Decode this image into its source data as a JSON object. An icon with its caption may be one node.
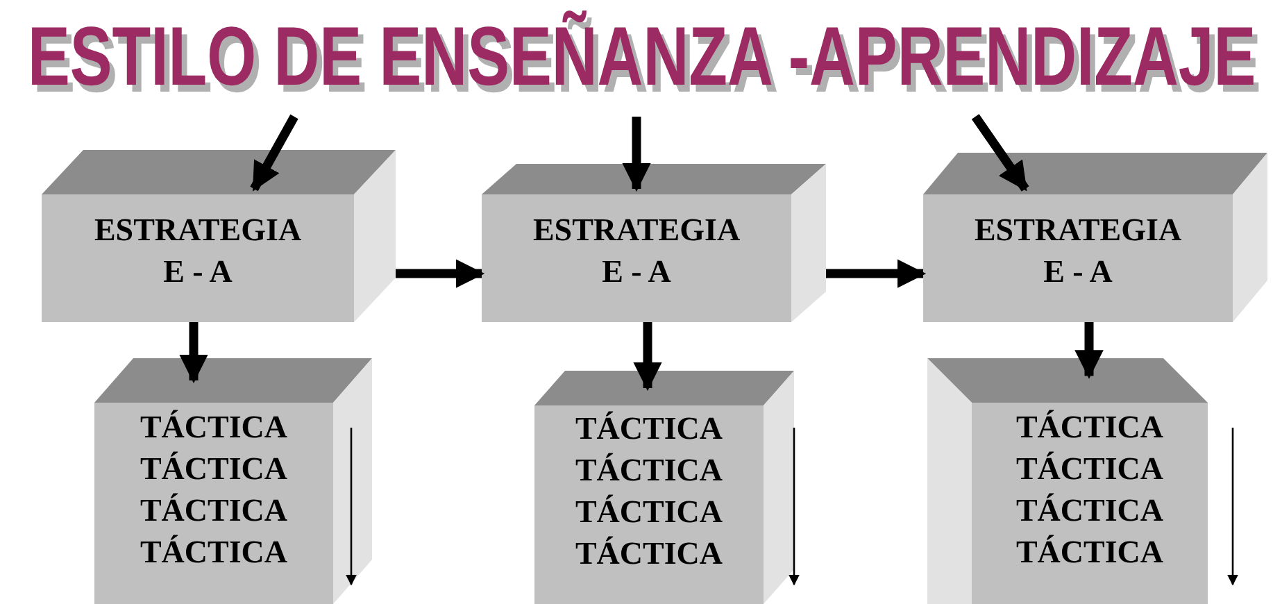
{
  "diagram": {
    "title": "ESTILO DE ENSEÑANZA -APRENDIZAJE",
    "nodes": [
      {
        "text": [
          "ESTRATEGIA E - A"
        ]
      },
      {
        "text": [
          "ESTRATEGIA E - A"
        ]
      },
      {
        "text": [
          "ESTRATEGIA E - A"
        ]
      },
      {
        "text": [
          "TÁCTICA",
          "TÁCTICA",
          "TÁCTICA",
          "TÁCTICA"
        ]
      },
      {
        "text": [
          "TÁCTICA",
          "TÁCTICA",
          "TÁCTICA",
          "TÁCTICA"
        ]
      },
      {
        "text": [
          "TÁCTICA",
          "TÁCTICA",
          "TÁCTICA",
          "TÁCTICA"
        ]
      }
    ],
    "edges": [
      {
        "from": null,
        "to": 0,
        "arrow": "to"
      },
      {
        "from": null,
        "to": 1,
        "arrow": "to"
      },
      {
        "from": null,
        "to": 2,
        "arrow": "to"
      },
      {
        "from": 0,
        "to": 1,
        "arrow": "to"
      },
      {
        "from": 1,
        "to": 2,
        "arrow": "to"
      },
      {
        "from": 0,
        "to": 3,
        "arrow": "to"
      },
      {
        "from": 1,
        "to": 4,
        "arrow": "to"
      },
      {
        "from": 2,
        "to": 5,
        "arrow": "to"
      }
    ]
  }
}
